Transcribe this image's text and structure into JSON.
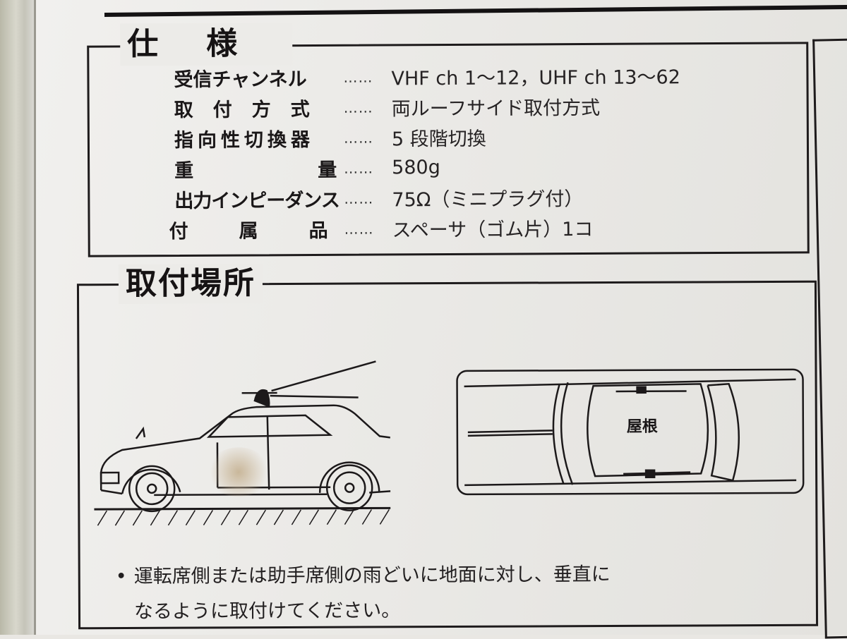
{
  "document": {
    "specs": {
      "title": "仕様",
      "rows": [
        {
          "label": "受信チャンネル",
          "value": "VHF ch 1〜12，UHF ch 13〜62"
        },
        {
          "label": "取付方式",
          "value": "両ルーフサイド取付方式"
        },
        {
          "label": "指向性切換器",
          "value": "5 段階切換"
        },
        {
          "label": "重量",
          "value": "580g"
        },
        {
          "label": "出力インピーダンス",
          "value": "75Ω（ミニプラグ付）"
        },
        {
          "label": "付属品",
          "value": "スペーサ（ゴム片）1コ"
        }
      ],
      "leader": "……"
    },
    "mounting": {
      "title": "取付場所",
      "diagram_label": "屋根",
      "note_bullet": "•",
      "note_line1": "運転席側または助手席側の雨どいに地面に対し、垂直に",
      "note_line2": "なるように取付けてください。"
    }
  }
}
